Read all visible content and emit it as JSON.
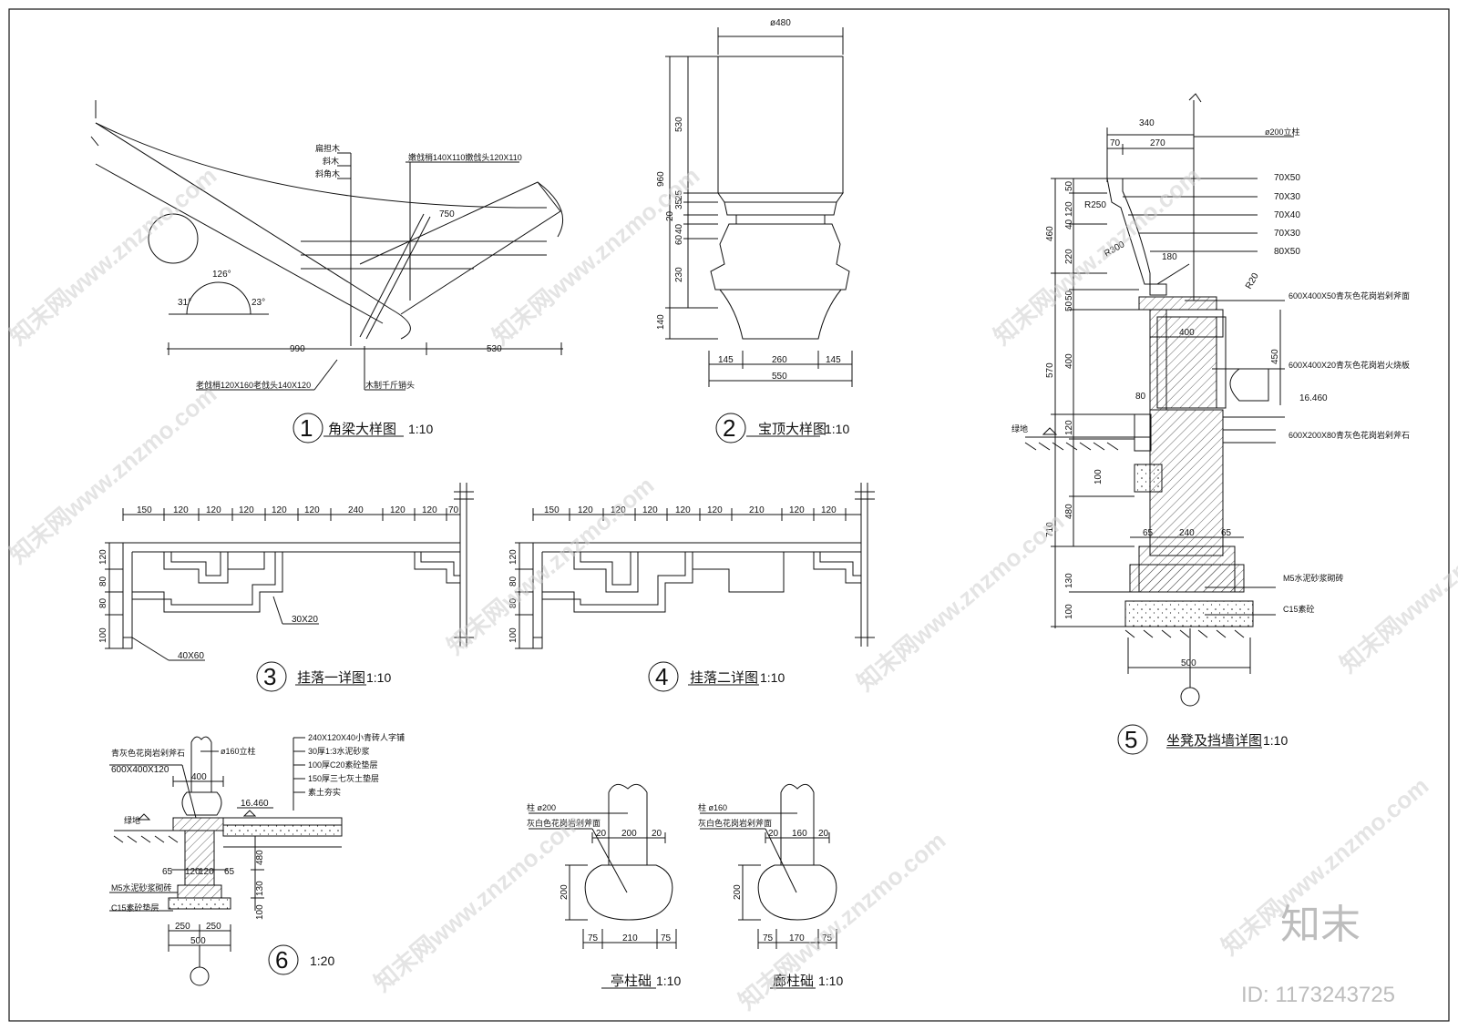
{
  "drawings": {
    "d1": {
      "num": "1",
      "title": "角梁大样图",
      "scale": "1:10",
      "dims": [
        "750",
        "990",
        "530",
        "126°",
        "31°",
        "23°"
      ],
      "notes": [
        "扁担木",
        "斜木",
        "斜角木",
        "嫩戗梢140X110嫩戗头120X110",
        "老戗梢120X160老戗头140X120",
        "木制千斤销头"
      ]
    },
    "d2": {
      "num": "2",
      "title": "宝顶大样图",
      "scale": "1:10",
      "dims": [
        "ø480",
        "530",
        "960",
        "25",
        "35",
        "20",
        "40",
        "60",
        "230",
        "140",
        "145",
        "260",
        "145",
        "550"
      ]
    },
    "d3": {
      "num": "3",
      "title": "挂落一详图",
      "scale": "1:10",
      "top_dims": [
        "150",
        "120",
        "120",
        "120",
        "120",
        "120",
        "240",
        "120",
        "120",
        "70"
      ],
      "side_dims": [
        "120",
        "80",
        "80",
        "100"
      ],
      "notes": [
        "30X20",
        "40X60"
      ]
    },
    "d4": {
      "num": "4",
      "title": "挂落二详图",
      "scale": "1:10",
      "top_dims": [
        "150",
        "120",
        "120",
        "120",
        "120",
        "120",
        "210",
        "120",
        "120"
      ],
      "side_dims": [
        "120",
        "80",
        "80",
        "100"
      ]
    },
    "d5": {
      "num": "5",
      "title": "坐凳及挡墙详图",
      "scale": "1:10",
      "dims": [
        "340",
        "70",
        "270",
        "50",
        "120",
        "40",
        "220",
        "460",
        "50",
        "50",
        "400",
        "570",
        "120",
        "100",
        "480",
        "710",
        "130",
        "100",
        "65",
        "240",
        "65",
        "500",
        "400",
        "450",
        "80",
        "180",
        "R250",
        "R300",
        "R20"
      ],
      "notes": [
        "ø200立柱",
        "70X50",
        "70X30",
        "70X40",
        "70X30",
        "80X50",
        "600X400X50青灰色花岗岩剁斧面",
        "600X400X20青灰色花岗岩火烧板",
        "600X200X80青灰色花岗岩剁斧石",
        "16.460",
        "绿地",
        "M5水泥砂浆砌砖",
        "C15素砼"
      ]
    },
    "d6": {
      "num": "6",
      "title": "",
      "scale": "1:20",
      "dims": [
        "400",
        "65",
        "120",
        "120",
        "65",
        "480",
        "130",
        "100",
        "250",
        "250",
        "500",
        "16.460"
      ],
      "notes": [
        "ø160立柱",
        "青灰色花岗岩剁斧石",
        "600X400X120",
        "绿地",
        "M5水泥砂浆砌砖",
        "C15素砼垫层",
        "240X120X40小青砖人字铺",
        "30厚1:3水泥砂浆",
        "100厚C20素砼垫层",
        "150厚三七灰土垫层",
        "素土夯实"
      ]
    },
    "d7": {
      "title": "亭柱础",
      "scale": "1:10",
      "dims": [
        "20",
        "200",
        "20",
        "200",
        "75",
        "210",
        "75"
      ],
      "notes": [
        "柱 ø200",
        "灰白色花岗岩剁斧面"
      ]
    },
    "d8": {
      "title": "廊柱础",
      "scale": "1:10",
      "dims": [
        "20",
        "160",
        "20",
        "200",
        "75",
        "170",
        "75"
      ],
      "notes": [
        "柱 ø160",
        "灰白色花岗岩剁斧面"
      ]
    }
  },
  "watermark": {
    "text": "知末网www.znzmo.com",
    "logo": "知末",
    "id": "ID: 1173243725"
  }
}
